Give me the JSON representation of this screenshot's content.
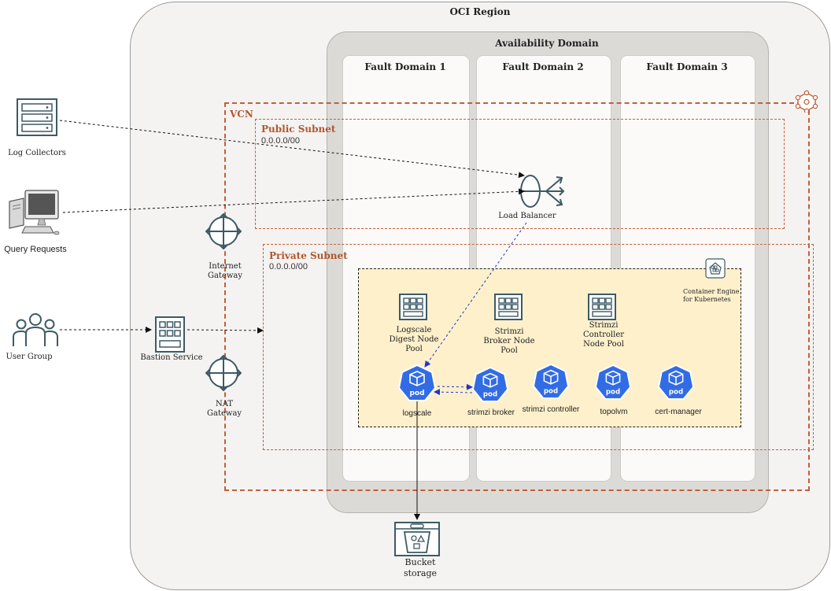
{
  "region": {
    "title": "OCI Region"
  },
  "availability_domain": {
    "title": "Availability Domain"
  },
  "fault_domains": [
    {
      "title": "Fault Domain 1"
    },
    {
      "title": "Fault Domain 2"
    },
    {
      "title": "Fault Domain 3"
    }
  ],
  "vcn": {
    "title": "VCN"
  },
  "public_subnet": {
    "title": "Public Subnet",
    "cidr": "0.0.0.0/00"
  },
  "private_subnet": {
    "title": "Private Subnet",
    "cidr": "0.0.0.0/00"
  },
  "external": {
    "log_collectors": "Log Collectors",
    "query_requests": "Query Requests",
    "user_group": "User Group"
  },
  "services": {
    "bastion": "Bastion Service",
    "internet_gateway": "Internet Gateway",
    "nat_gateway": "NAT Gateway",
    "load_balancer": "Load Balancer",
    "container_engine": "Container Engine for Kubernetes",
    "bucket_storage": "Bucket storage"
  },
  "node_pools": [
    {
      "label": "Logscale Digest Node Pool"
    },
    {
      "label": "Strimzi Broker Node Pool"
    },
    {
      "label": "Strimzi Controller Node Pool"
    }
  ],
  "pods": [
    {
      "icon_text": "pod",
      "label": "logscale"
    },
    {
      "icon_text": "pod",
      "label": "strimzi broker"
    },
    {
      "icon_text": "pod",
      "label": "strimzi controller"
    },
    {
      "icon_text": "pod",
      "label": "topolvm"
    },
    {
      "icon_text": "pod",
      "label": "cert-manager"
    }
  ],
  "colors": {
    "oci_orange": "#c0603a",
    "pod_blue": "#326ce5",
    "icon_teal": "#3d5a66",
    "arrow_blue": "#2233cc"
  }
}
